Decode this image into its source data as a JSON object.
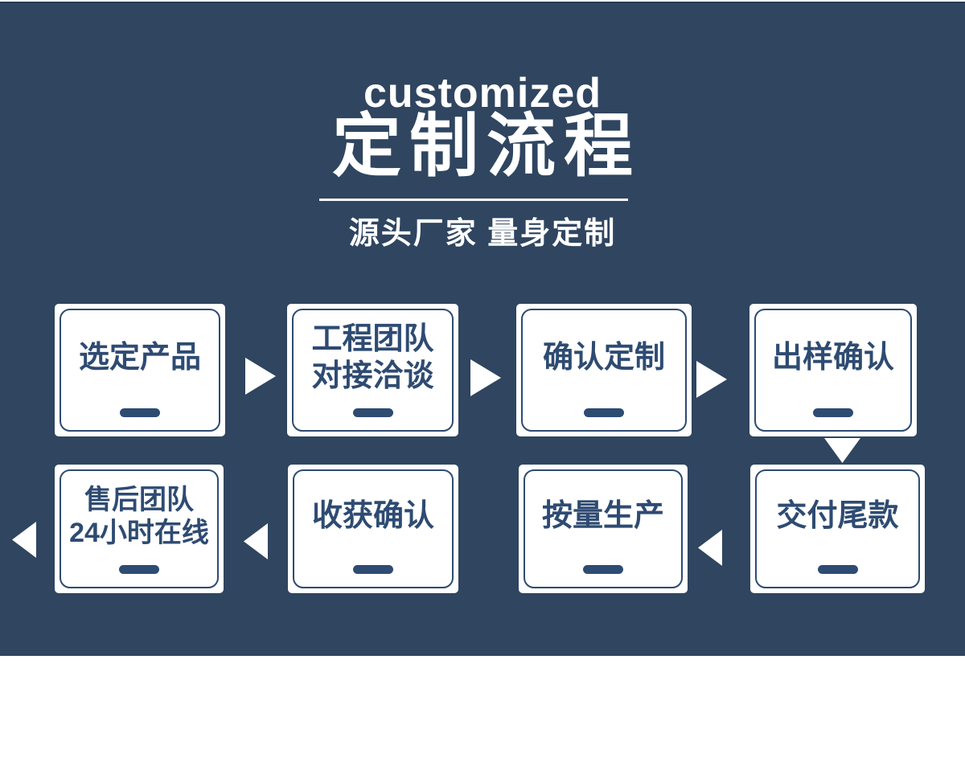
{
  "colors": {
    "panel_background": "#2F4560",
    "panel_top_line": "#263B54",
    "box_background": "#FFFFFF",
    "box_text": "#2E4B72",
    "header_text": "#FFFFFF",
    "arrow": "#FFFFFF"
  },
  "header": {
    "eyebrow": "customized",
    "title": "定制流程",
    "subtitle": "源头厂家 量身定制"
  },
  "icons": {
    "arrow_right": "▶",
    "arrow_left": "◀",
    "arrow_down": "▼"
  },
  "flow": {
    "steps": [
      {
        "label": "选定产品"
      },
      {
        "label": "工程团队\n对接洽谈"
      },
      {
        "label": "确认定制"
      },
      {
        "label": "出样确认"
      },
      {
        "label": "交付尾款"
      },
      {
        "label": "按量生产"
      },
      {
        "label": "收获确认"
      },
      {
        "label": "售后团队\n24小时在线"
      }
    ]
  }
}
